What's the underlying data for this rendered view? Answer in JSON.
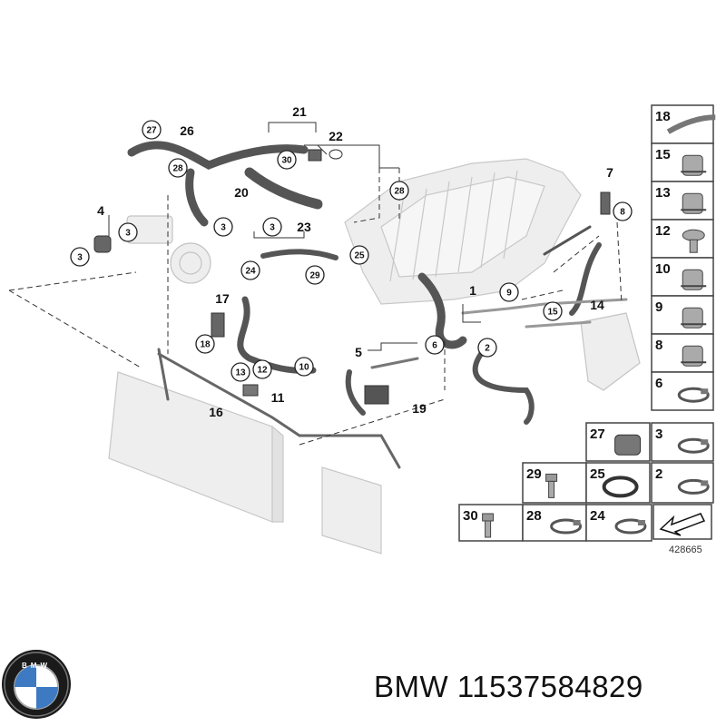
{
  "brand": {
    "name": "BMW",
    "part_number": "11537584829",
    "logo_letters": "BMW"
  },
  "diagram": {
    "reference": "428665",
    "callouts": [
      "1",
      "2",
      "3",
      "3",
      "3",
      "3",
      "4",
      "5",
      "6",
      "7",
      "8",
      "9",
      "10",
      "11",
      "12",
      "13",
      "14",
      "15",
      "16",
      "17",
      "18",
      "19",
      "20",
      "21",
      "22",
      "23",
      "24",
      "25",
      "26",
      "27",
      "28",
      "28",
      "29",
      "30"
    ],
    "legend": [
      "18",
      "15",
      "13",
      "12",
      "10",
      "9",
      "8",
      "6",
      "27",
      "3",
      "29",
      "25",
      "2",
      "30",
      "28",
      "24"
    ]
  }
}
